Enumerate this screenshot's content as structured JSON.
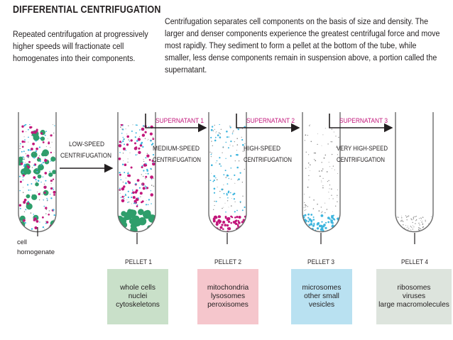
{
  "title": "DIFFERENTIAL CENTRIFUGATION",
  "intro": "Repeated centrifugation at progressively higher speeds will fractionate cell homogenates into their components.",
  "description": "Centrifugation separates cell components on the basis of size and density. The larger and denser components experience the greatest centrifugal force and move most rapidly. They sediment to form a pellet at the bottom of the tube, while smaller, less dense components remain in suspension above, a portion called the supernatant.",
  "start_label": [
    "cell",
    "homogenate"
  ],
  "steps": [
    {
      "speed": [
        "LOW-SPEED",
        "CENTRIFUGATION"
      ]
    },
    {
      "supernatant": "SUPERNATANT 1",
      "speed": [
        "MEDIUM-SPEED",
        "CENTRIFUGATION"
      ]
    },
    {
      "supernatant": "SUPERNATANT 2",
      "speed": [
        "HIGH-SPEED",
        "CENTRIFUGATION"
      ]
    },
    {
      "supernatant": "SUPERNATANT 3",
      "speed": [
        "VERY HIGH-SPEED",
        "CENTRIFUGATION"
      ]
    }
  ],
  "pellets": [
    {
      "label": "PELLET 1",
      "contents": [
        "whole cells",
        "nuclei",
        "cytoskeletons"
      ],
      "color": "#c9e0c9"
    },
    {
      "label": "PELLET 2",
      "contents": [
        "mitochondria",
        "lysosomes",
        "peroxisomes"
      ],
      "color": "#f5c6cc"
    },
    {
      "label": "PELLET 3",
      "contents": [
        "microsomes",
        "other small",
        "vesicles"
      ],
      "color": "#b9e1f1"
    },
    {
      "label": "PELLET 4",
      "contents": [
        "ribosomes",
        "viruses",
        "large macromolecules"
      ],
      "color": "#dde4dd"
    }
  ],
  "colors": {
    "green": "#2e9e6b",
    "magenta": "#c2177b",
    "cyan": "#3eb5de",
    "gray": "#8a8a8a",
    "accent": "#c2177b"
  }
}
